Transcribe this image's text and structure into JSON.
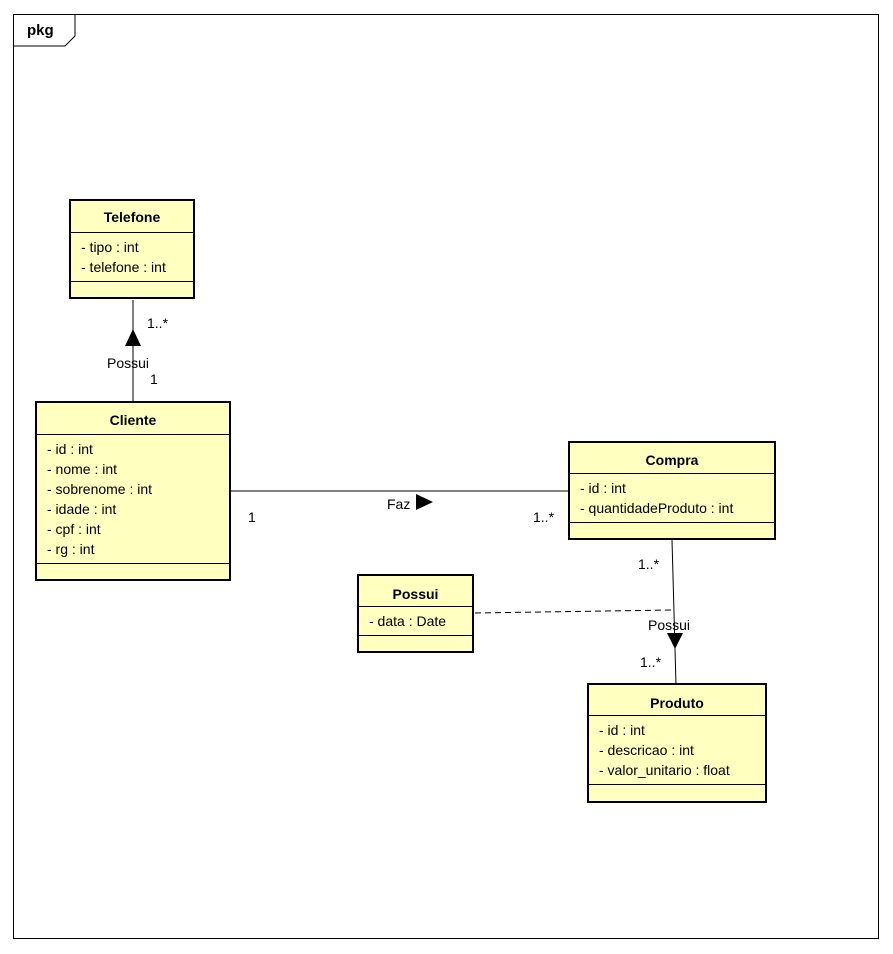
{
  "package": {
    "label": "pkg"
  },
  "classes": {
    "telefone": {
      "name": "Telefone",
      "attributes": [
        "- tipo : int",
        "- telefone : int"
      ]
    },
    "cliente": {
      "name": "Cliente",
      "attributes": [
        "- id : int",
        "- nome : int",
        "- sobrenome : int",
        "- idade : int",
        "- cpf : int",
        "- rg : int"
      ]
    },
    "compra": {
      "name": "Compra",
      "attributes": [
        "- id : int",
        "- quantidadeProduto : int"
      ]
    },
    "possui": {
      "name": "Possui",
      "attributes": [
        "- data : Date"
      ]
    },
    "produto": {
      "name": "Produto",
      "attributes": [
        "- id : int",
        "- descricao : int",
        "- valor_unitario : float"
      ]
    }
  },
  "associations": {
    "cliente_telefone": {
      "label": "Possui",
      "mult_source": "1",
      "mult_target": "1..*"
    },
    "cliente_compra": {
      "label": "Faz",
      "mult_source": "1",
      "mult_target": "1..*"
    },
    "compra_produto": {
      "label": "Possui",
      "mult_source": "1..*",
      "mult_target": "1..*"
    }
  }
}
